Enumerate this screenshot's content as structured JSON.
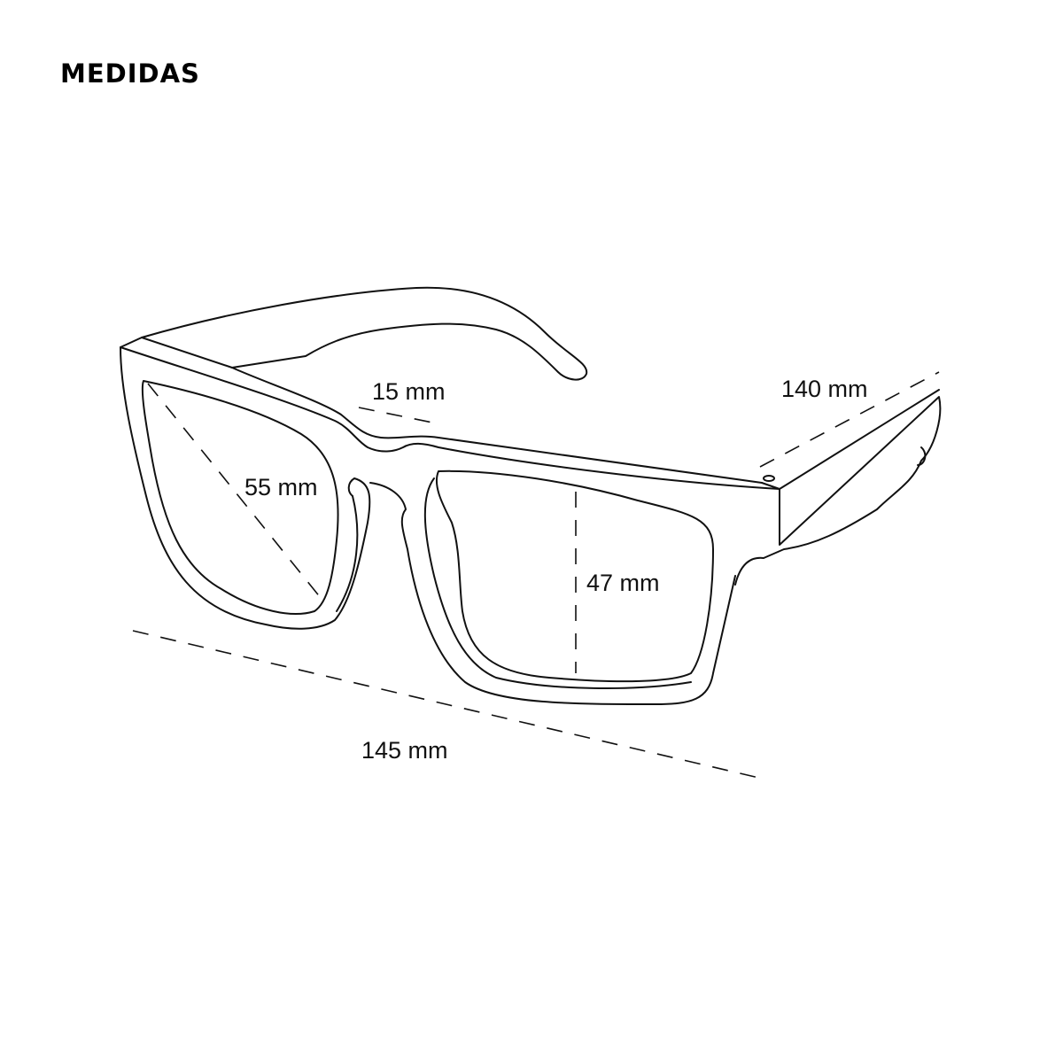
{
  "title": "MEDIDAS",
  "measurements": {
    "bridge": "15 mm",
    "temple": "140 mm",
    "lens_width": "55 mm",
    "lens_height": "47 mm",
    "total_width": "145 mm"
  }
}
